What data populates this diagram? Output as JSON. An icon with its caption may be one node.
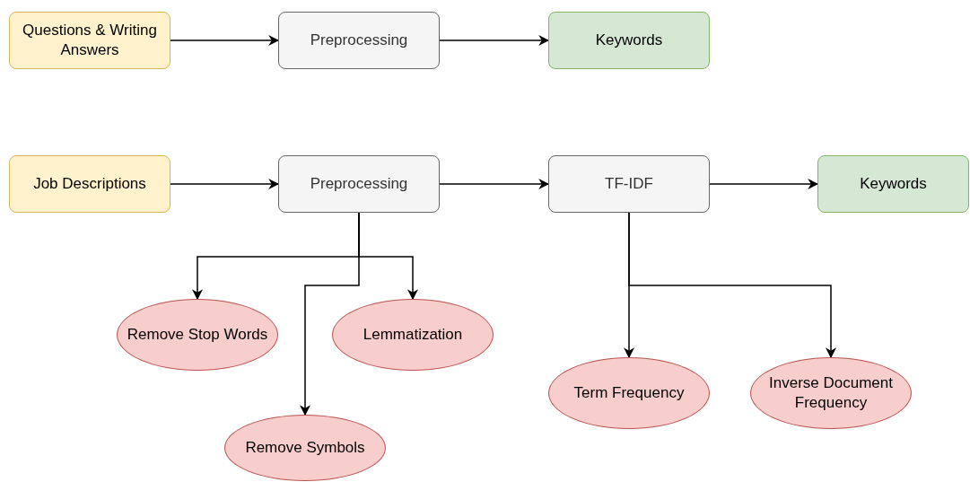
{
  "diagram": {
    "nodes": [
      {
        "text": [
          "Questions & Writing Answers"
        ]
      },
      {
        "text": [
          "Preprocessing"
        ]
      },
      {
        "text": [
          "Keywords"
        ]
      },
      {
        "text": [
          "Job Descriptions"
        ]
      },
      {
        "text": [
          "Preprocessing"
        ]
      },
      {
        "text": [
          "TF-IDF"
        ]
      },
      {
        "text": [
          "Keywords"
        ]
      },
      {
        "text": [
          "Remove Stop Words"
        ]
      },
      {
        "text": [
          "Lemmatization"
        ]
      },
      {
        "text": [
          "Remove Symbols"
        ]
      },
      {
        "text": [
          "Term Frequency"
        ]
      },
      {
        "text": [
          "Inverse Document Frequency"
        ]
      }
    ],
    "edges": [
      {
        "from": 0,
        "to": 1,
        "arrow": "to"
      },
      {
        "from": 1,
        "to": 2,
        "arrow": "to"
      },
      {
        "from": 3,
        "to": 4,
        "arrow": "to"
      },
      {
        "from": 4,
        "to": 5,
        "arrow": "to"
      },
      {
        "from": 5,
        "to": 6,
        "arrow": "to"
      },
      {
        "from": 4,
        "to": 7,
        "arrow": "to"
      },
      {
        "from": 4,
        "to": 8,
        "arrow": "to"
      },
      {
        "from": 4,
        "to": 9,
        "arrow": "to"
      },
      {
        "from": 5,
        "to": 10,
        "arrow": "to"
      },
      {
        "from": 5,
        "to": 11,
        "arrow": "to"
      }
    ]
  }
}
